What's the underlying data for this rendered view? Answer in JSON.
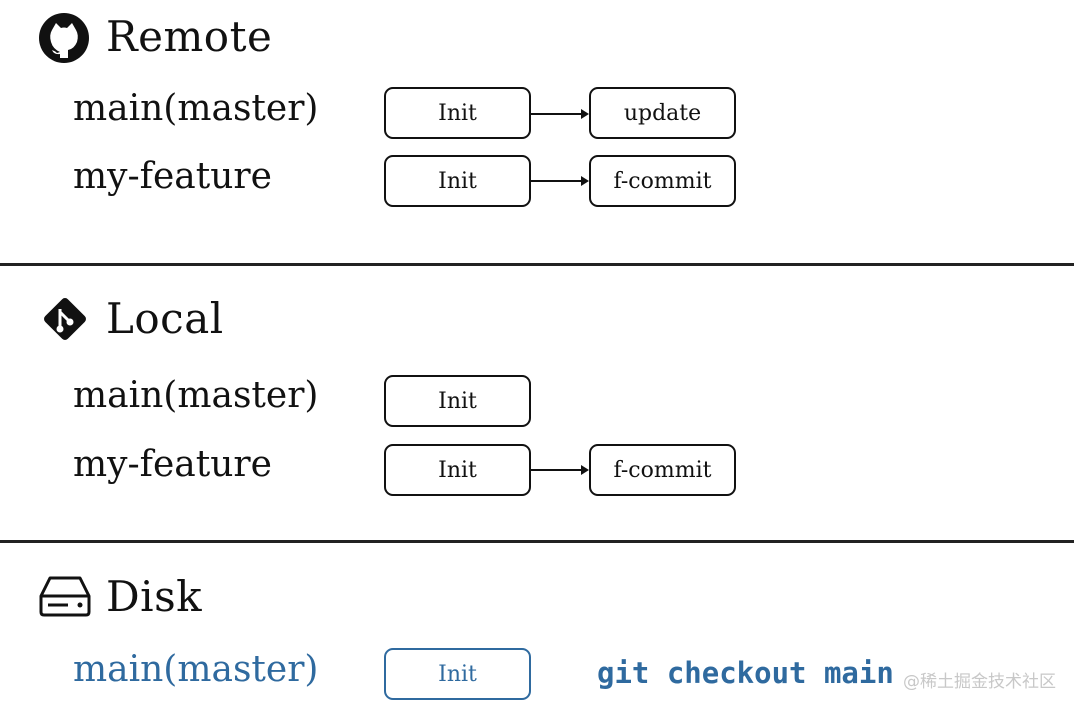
{
  "remote": {
    "title": "Remote",
    "icon": "github-icon",
    "branches": [
      {
        "name": "main(master)",
        "commits": [
          "Init",
          "update"
        ]
      },
      {
        "name": "my-feature",
        "commits": [
          "Init",
          "f-commit"
        ]
      }
    ]
  },
  "local": {
    "title": "Local",
    "icon": "git-icon",
    "branches": [
      {
        "name": "main(master)",
        "commits": [
          "Init"
        ]
      },
      {
        "name": "my-feature",
        "commits": [
          "Init",
          "f-commit"
        ]
      }
    ]
  },
  "disk": {
    "title": "Disk",
    "icon": "hard-drive-icon",
    "branch": {
      "name": "main(master)",
      "commits": [
        "Init"
      ]
    },
    "command": "git checkout main"
  },
  "watermark": "@稀土掘金技术社区",
  "colors": {
    "active": "#2f6a9f",
    "ink": "#111111"
  }
}
